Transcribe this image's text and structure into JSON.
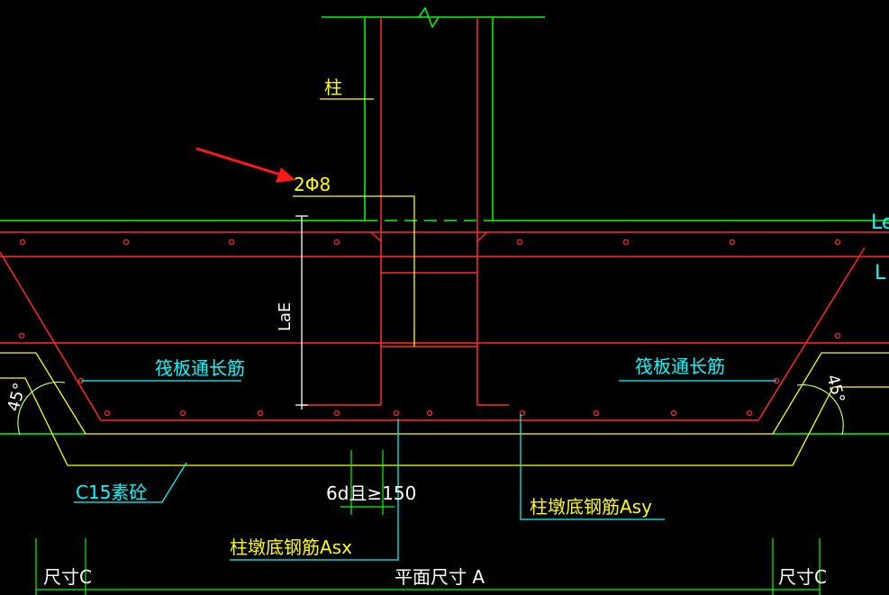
{
  "colors": {
    "background": "#000000",
    "green": "#00ff00",
    "red": "#ff2a2a",
    "yellow": "#ffff00",
    "white": "#ffffff",
    "cyan": "#00ffff",
    "lightgreen": "#b8ff6a",
    "arrow": "#ff1a1a"
  },
  "labels": {
    "column": "柱",
    "bar_spec": "2Φ8",
    "anchor_length": "LaE",
    "raft_bar_left": "筏板通长筋",
    "raft_bar_right": "筏板通长筋",
    "angle_left": "45°",
    "angle_right": "45°",
    "concrete": "C15素砼",
    "spacing": "6d且≥150",
    "pier_bar_x": "柱墩底钢筋Asx",
    "pier_bar_y": "柱墩底钢筋Asy",
    "plan_size": "平面尺寸 A",
    "size_c_left": "尺寸C",
    "size_c_right": "尺寸C",
    "edge_le": "Le",
    "edge_l": "L"
  }
}
